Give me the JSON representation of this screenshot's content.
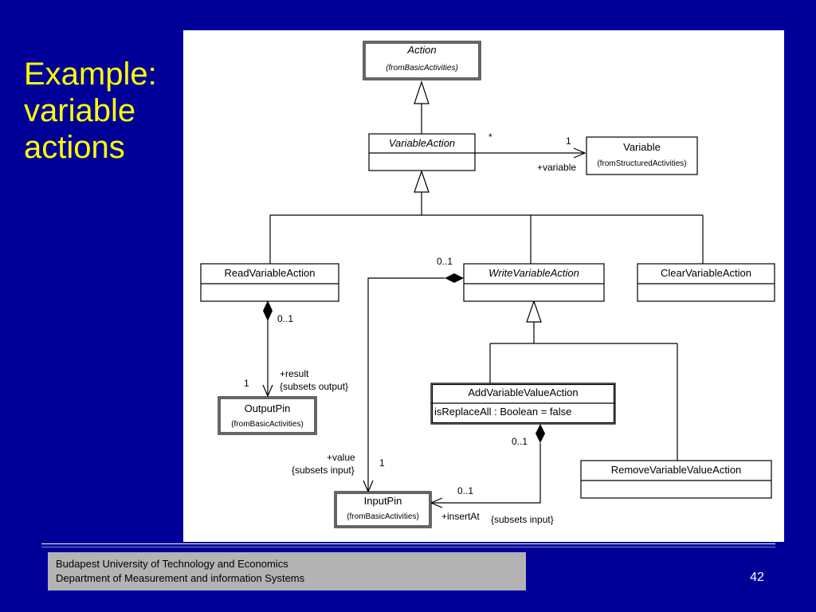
{
  "slide": {
    "title_lines": [
      "Example:",
      "variable",
      "actions"
    ],
    "page_number": "42"
  },
  "footer": {
    "line1": "Budapest University of Technology and Economics",
    "line2": "Department of Measurement and information Systems"
  },
  "diagram": {
    "classes": {
      "action": {
        "name": "Action",
        "package": "(fromBasicActivities)"
      },
      "variable_action": {
        "name": "VariableAction"
      },
      "variable": {
        "name": "Variable",
        "package": "(fromStructuredActivities)"
      },
      "read_variable_action": {
        "name": "ReadVariableAction"
      },
      "write_variable_action": {
        "name": "WriteVariableAction"
      },
      "clear_variable_action": {
        "name": "ClearVariableAction"
      },
      "output_pin": {
        "name": "OutputPin",
        "package": "(fromBasicActivities)"
      },
      "add_variable_value_action": {
        "name": "AddVariableValueAction",
        "attribute": "isReplaceAll : Boolean = false"
      },
      "remove_variable_value_action": {
        "name": "RemoveVariableValueAction"
      },
      "input_pin": {
        "name": "InputPin",
        "package": "(fromBasicActivities)"
      }
    },
    "labels": {
      "va_star": "*",
      "var_one": "1",
      "plus_variable": "+variable",
      "write_mult": "0..1",
      "read_mult": "0..1",
      "result_role": "+result",
      "result_subsets": "{subsets output}",
      "output_one": "1",
      "add_mult": "0..1",
      "value_role": "+value",
      "value_subsets": "{subsets input}",
      "value_one": "1",
      "insert_mult": "0..1",
      "insert_role": "+insertAt",
      "insert_subsets": "{subsets input}"
    }
  }
}
